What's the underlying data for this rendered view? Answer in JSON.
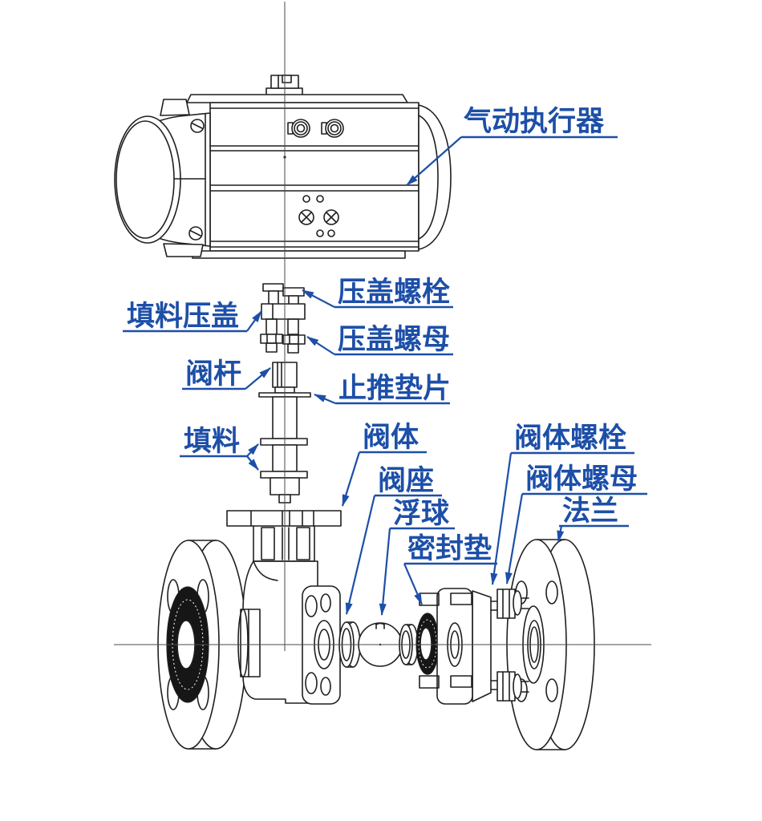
{
  "figure": {
    "type": "exploded-assembly-diagram",
    "subject": "pneumatic actuated floating ball valve",
    "colors": {
      "label": "#1d4fa8",
      "line": "#1f1f1f",
      "background": "#ffffff"
    },
    "labels": [
      {
        "key": "pneumatic-actuator",
        "text": "气动执行器"
      },
      {
        "key": "packing-gland",
        "text": "填料压盖"
      },
      {
        "key": "gland-bolt",
        "text": "压盖螺栓"
      },
      {
        "key": "gland-nut",
        "text": "压盖螺母"
      },
      {
        "key": "valve-stem",
        "text": "阀杆"
      },
      {
        "key": "thrust-washer",
        "text": "止推垫片"
      },
      {
        "key": "packing",
        "text": "填料"
      },
      {
        "key": "valve-body",
        "text": "阀体"
      },
      {
        "key": "valve-seat",
        "text": "阀座"
      },
      {
        "key": "floating-ball",
        "text": "浮球"
      },
      {
        "key": "seal-gasket",
        "text": "密封垫"
      },
      {
        "key": "body-bolt",
        "text": "阀体螺栓"
      },
      {
        "key": "body-nut",
        "text": "阀体螺母"
      },
      {
        "key": "flange",
        "text": "法兰"
      }
    ]
  }
}
